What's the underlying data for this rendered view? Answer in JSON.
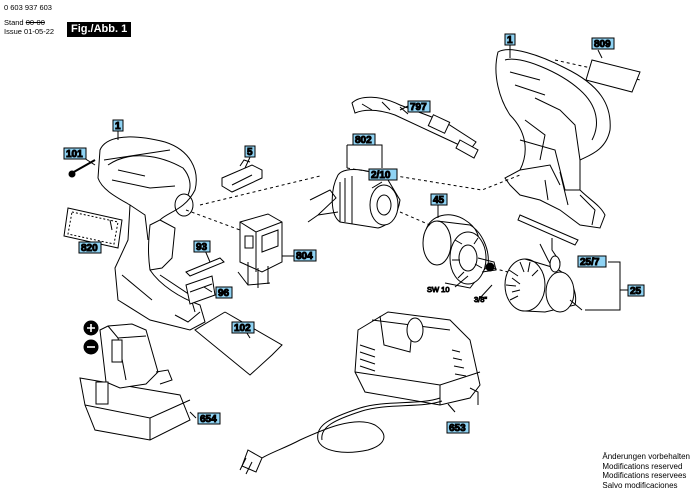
{
  "header": {
    "part_number": "0 603 937 603",
    "stand_label": "Stand",
    "stand_value": "00-00",
    "issue_label": "Issue",
    "issue_value": "01-05-22",
    "figure": "Fig./Abb. 1"
  },
  "disclaimer": [
    "Änderungen vorbehalten",
    "Modifications reserved",
    "Modifications reservees",
    "Salvo modificaciones"
  ],
  "callouts": {
    "c1a": "1",
    "c1b": "1",
    "c101": "101",
    "c820": "820",
    "c5": "5",
    "c93": "93",
    "c96": "96",
    "c804": "804",
    "c102": "102",
    "c654": "654",
    "c797": "797",
    "c802": "802",
    "c210": "2/10",
    "c45": "45",
    "c809": "809",
    "c257": "25/7",
    "c25": "25",
    "c653": "653"
  },
  "annotations": {
    "sw10": "SW 10",
    "size38": "3/8\""
  },
  "colors": {
    "label_fill": "#8fd3f4",
    "line": "#000000"
  }
}
